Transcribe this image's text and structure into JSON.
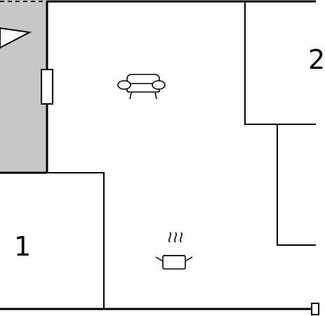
{
  "floorplan": {
    "rooms": [
      {
        "id": "room-1",
        "number": "1"
      },
      {
        "id": "room-2",
        "number": "2"
      }
    ],
    "symbols": [
      {
        "id": "sofa",
        "icon": "sofa-icon"
      },
      {
        "id": "cooking-pot",
        "icon": "cooking-pot-icon"
      },
      {
        "id": "door",
        "icon": "door-icon"
      },
      {
        "id": "window",
        "icon": "window-icon"
      },
      {
        "id": "stairs",
        "icon": "stairs-arrow-icon"
      }
    ],
    "colors": {
      "walls": "#000000",
      "background": "#ffffff",
      "shaded_area": "#c7c7c7"
    }
  }
}
